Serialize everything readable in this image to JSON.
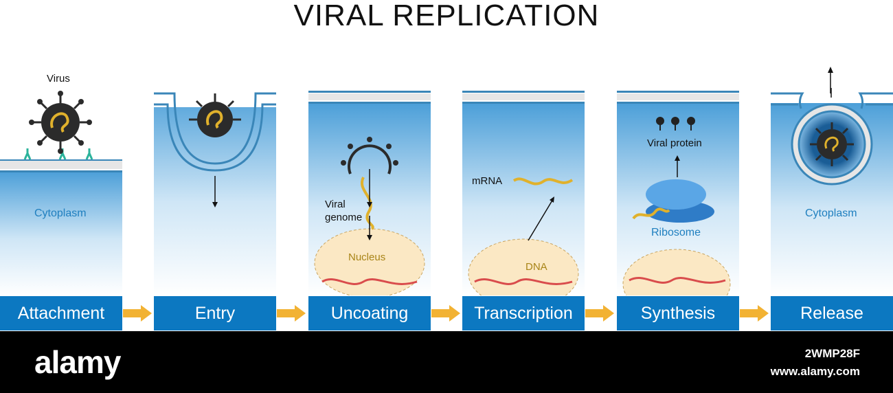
{
  "title": "VIRAL REPLICATION",
  "labels": {
    "virus": "Virus",
    "cytoplasm": "Cytoplasm",
    "viral_genome": "Viral\ngenome",
    "nucleus": "Nucleus",
    "mrna": "mRNA",
    "dna": "DNA",
    "viral_protein": "Viral protein",
    "ribosome": "Ribosome",
    "cytoplasm_release": "Cytoplasm"
  },
  "stages": [
    "Attachment",
    "Entry",
    "Uncoating",
    "Transcription",
    "Synthesis",
    "Release"
  ],
  "footer": {
    "brand": "alamy",
    "image_id": "2WMP28F",
    "site": "www.alamy.com"
  },
  "colors": {
    "stage_box": "#0c78c1",
    "arrow": "#f2b233",
    "virus_body": "#2b2b2b",
    "membrane": "#3a86b8",
    "nucleus": "#fbe8c4",
    "ribosome": "#3d8fd6"
  }
}
